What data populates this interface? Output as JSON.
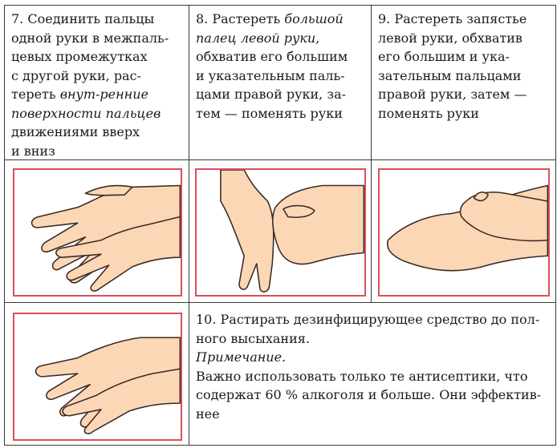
{
  "step7": {
    "lines": [
      "7. Соединить пальцы",
      "одной руки в межпаль-",
      "цевых промежутках",
      "с другой руки, рас-"
    ],
    "line5_plain": "тереть ",
    "line5_italic": "внут-ренние",
    "line6_italic": "поверхности пальцев",
    "lines_end": [
      "движениями вверх",
      "и вниз"
    ]
  },
  "step8": {
    "line1_plain": "8. Растереть ",
    "line1_italic": "большой",
    "line2_italic": "палец левой руки",
    "line2_plain": ",",
    "lines": [
      "обхватив его большим",
      "и указательным паль-",
      "цами правой руки, за-",
      "тем — поменять руки"
    ]
  },
  "step9": {
    "lines": [
      "9. Растереть запястье",
      "левой руки, обхватив",
      "его большим и ука-",
      "зательным пальцами",
      "правой руки, затем —",
      "поменять руки"
    ]
  },
  "step10": {
    "lines": [
      "10. Растирать дезинфицирующее средство до пол-",
      "ного высыхания."
    ],
    "note_label": "Примечание.",
    "note_lines": [
      "Важно использовать только те антисептики, что",
      "содержат 60 % алкоголя и больше. Они эффектив-",
      "нее"
    ]
  },
  "colors": {
    "border": "#d94f5c",
    "skin": "#fcd7b6",
    "outline": "#3a2a22",
    "grid": "#3a3a3a"
  }
}
